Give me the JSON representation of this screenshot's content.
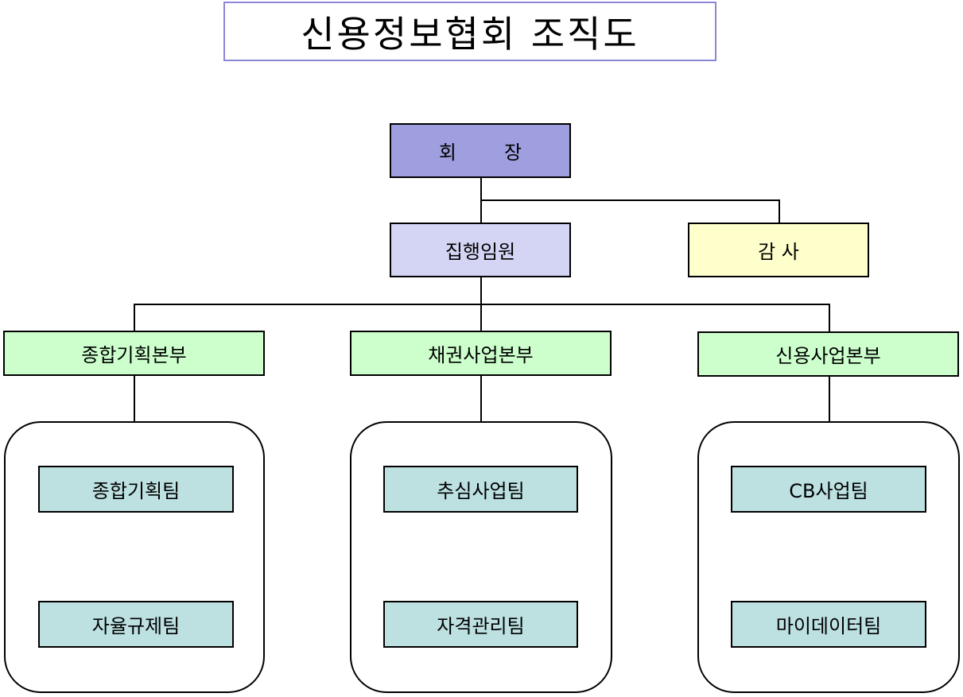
{
  "title": "신용정보협회 조직도",
  "colors": {
    "title_border": "#8b86d6",
    "president": "#9f9fe0",
    "executives": "#d4d4f5",
    "auditor": "#ffffcc",
    "division": "#ccffcc",
    "team": "#bde0e0"
  },
  "president": {
    "char1": "회",
    "char2": "장"
  },
  "executives": "집행임원",
  "auditor": "감 사",
  "divisions": [
    {
      "label": "종합기획본부",
      "teams": [
        "종합기획팀",
        "자율규제팀"
      ]
    },
    {
      "label": "채권사업본부",
      "teams": [
        "추심사업팀",
        "자격관리팀"
      ]
    },
    {
      "label": "신용사업본부",
      "teams": [
        "CB사업팀",
        "마이데이터팀"
      ]
    }
  ]
}
